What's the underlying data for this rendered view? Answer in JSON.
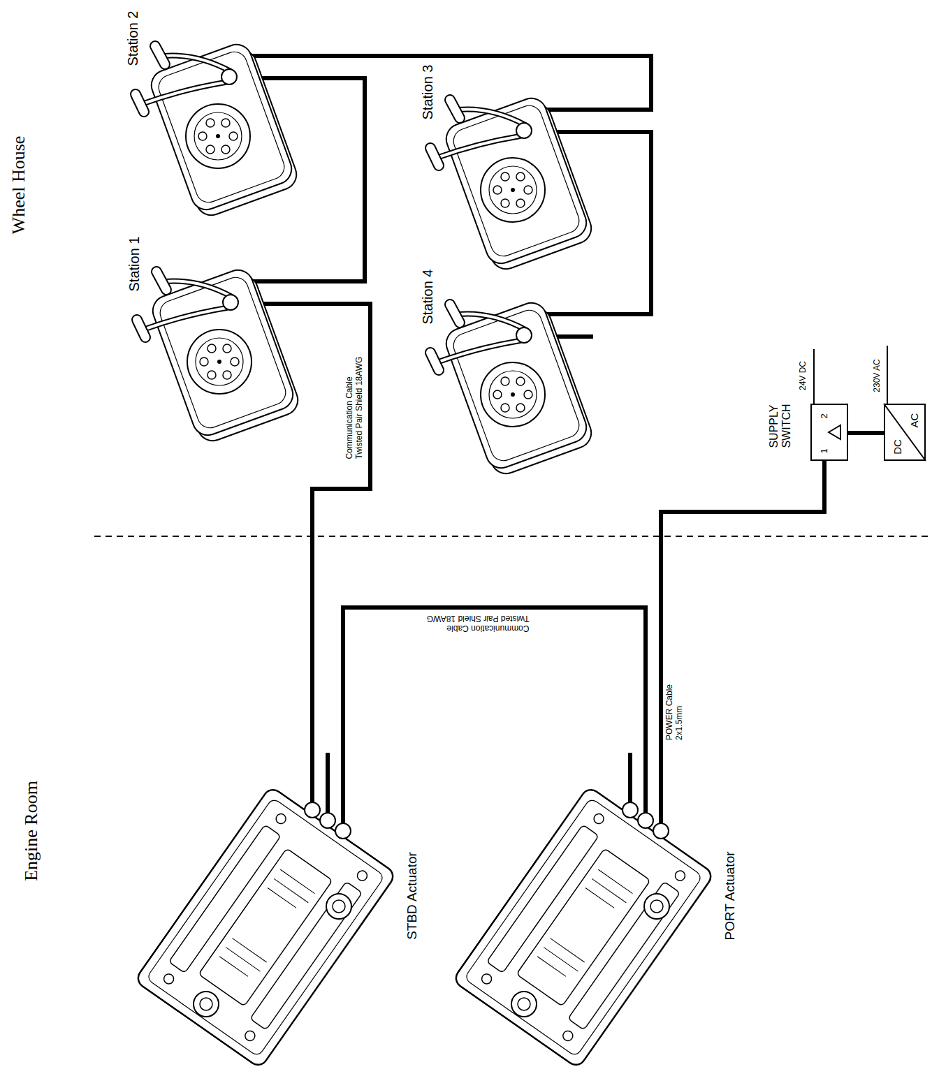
{
  "diagram": {
    "nodes": [
      {
        "text": [
          "Station 1"
        ]
      },
      {
        "text": [
          "Station 2"
        ]
      },
      {
        "text": [
          "Station 3"
        ]
      },
      {
        "text": [
          "Station 4"
        ]
      },
      {
        "text": [
          "STBD Actuator"
        ]
      },
      {
        "text": [
          "PORT Actuator"
        ]
      },
      {
        "text": [
          "SUPPLY SWITCH",
          "1",
          "2"
        ]
      },
      {
        "text": [
          "DC",
          "AC"
        ]
      }
    ],
    "edges": [
      {
        "from": 0,
        "to": 1,
        "arrow": "none"
      },
      {
        "from": 1,
        "to": 2,
        "arrow": "none"
      },
      {
        "from": 2,
        "to": 3,
        "arrow": "none"
      },
      {
        "from": 0,
        "to": 4,
        "label": "Communication Cable Twisted Pair Shield 18AWG",
        "arrow": "none"
      },
      {
        "from": 4,
        "to": 5,
        "label": "Communication Cable Twisted Pair Shield 18AWG",
        "arrow": "none"
      },
      {
        "from": 5,
        "to": 6,
        "label": "POWER Cable 2x1.5mm",
        "arrow": "none"
      },
      {
        "from": 6,
        "to": 7,
        "arrow": "none"
      }
    ],
    "labels": [
      "Wheel House",
      "Engine Room",
      "24V DC",
      "230V AC"
    ]
  }
}
